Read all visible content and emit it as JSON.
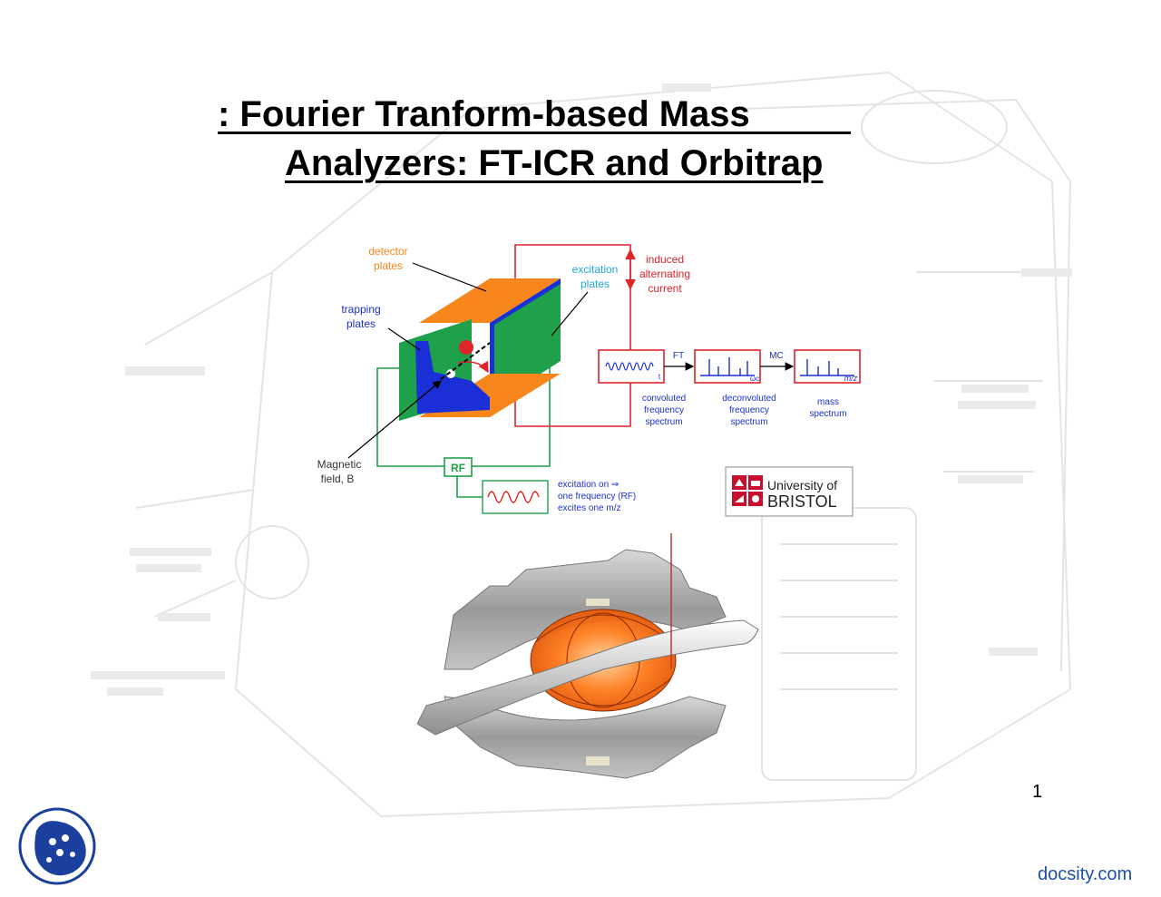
{
  "title": {
    "line1": ": Fourier Tranform-based Mass          ",
    "line2": "Analyzers: FT-ICR and Orbitrap"
  },
  "fticr": {
    "detector_plates": [
      "detector",
      "plates"
    ],
    "excitation_plates": [
      "excitation",
      "plates"
    ],
    "trapping_plates": [
      "trapping",
      "plates"
    ],
    "induced_current": [
      "induced",
      "alternating",
      "current"
    ],
    "magnetic_field": [
      "Magnetic",
      "field, B"
    ],
    "rf": "RF",
    "excitation_note": [
      "excitation on ⇒",
      "one frequency (RF)",
      "excites one m/z"
    ],
    "ft": "FT",
    "mc": "MC",
    "convoluted": [
      "convoluted",
      "frequency",
      "spectrum"
    ],
    "deconvoluted": [
      "deconvoluted",
      "frequency",
      "spectrum"
    ],
    "mass_spectrum": [
      "mass",
      "spectrum"
    ],
    "axis_t": "t",
    "axis_w": "ωc",
    "axis_mz": "m/z"
  },
  "university_logo": {
    "line1": "University of",
    "line2": "BRISTOL"
  },
  "page_number": "1",
  "footer_link": "docsity.com",
  "colors": {
    "orange": "#f7871c",
    "green": "#1fa04a",
    "blue": "#1a2fd6",
    "red": "#e0242a",
    "bristol_red": "#c8102e",
    "link": "#1d4fa8"
  }
}
